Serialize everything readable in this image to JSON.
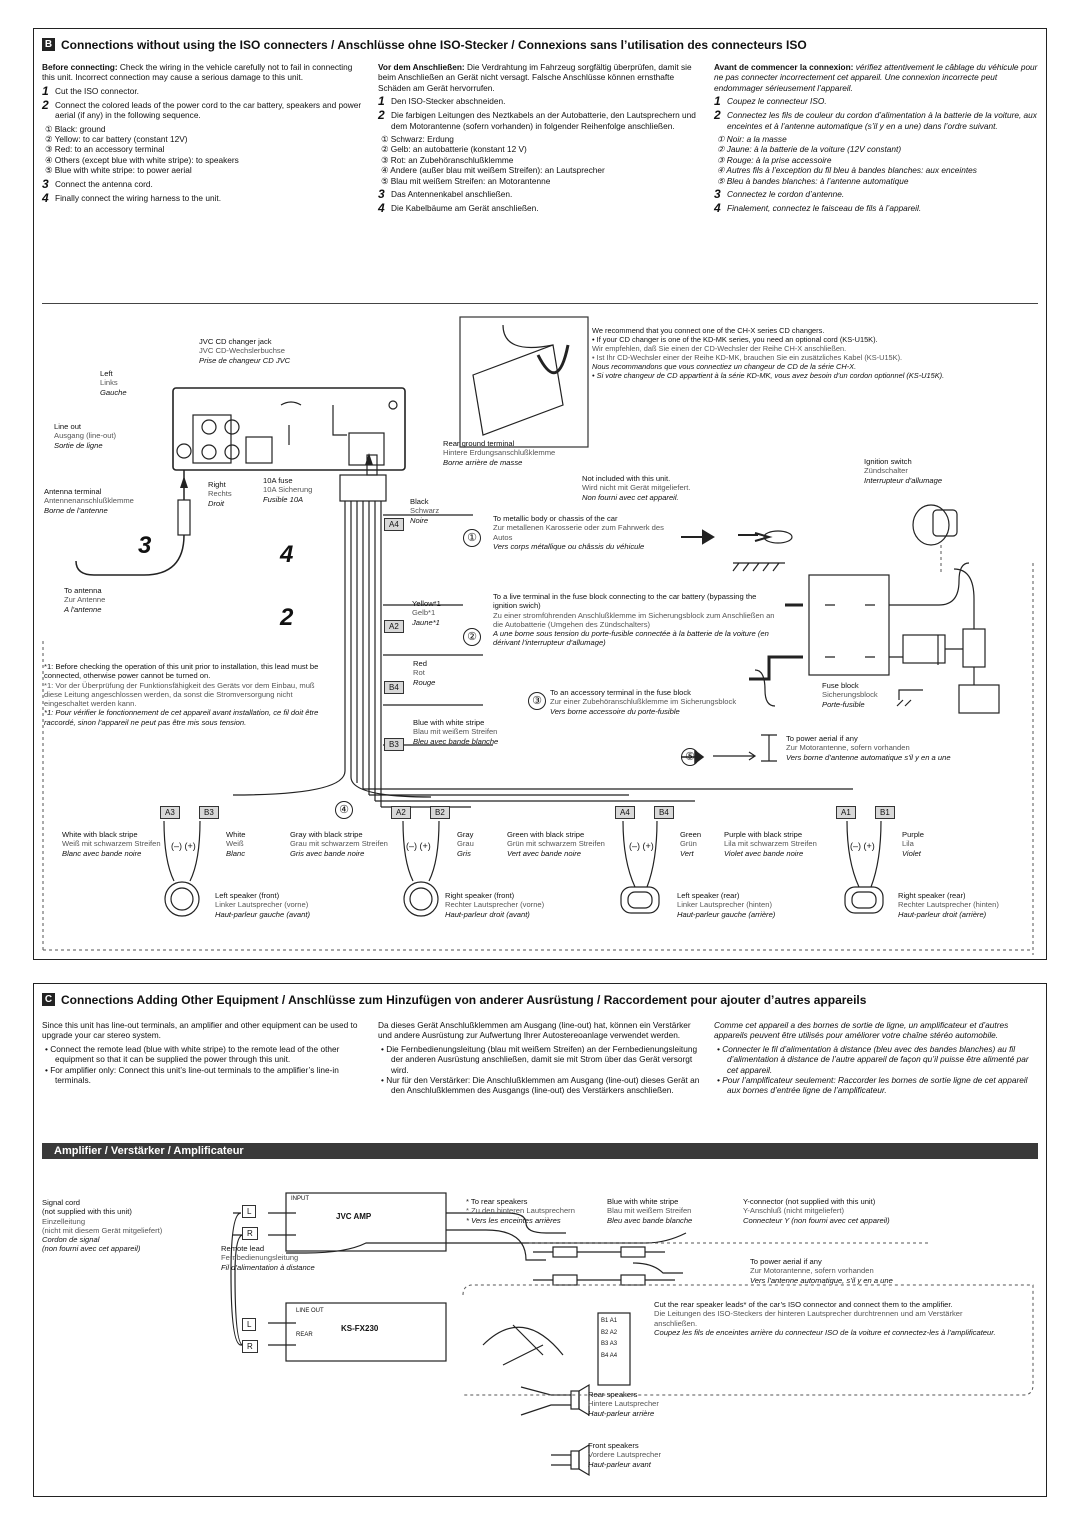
{
  "section_b": {
    "letter": "B",
    "title": "Connections without using the ISO connecters / Anschlüsse ohne ISO-Stecker / Connexions sans l’utilisation des connecteurs ISO",
    "en": {
      "intro_bold": "Before connecting:",
      "intro": "Check the wiring in the vehicle carefully not to fail in connecting this unit. Incorrect connection may cause a serious damage to this unit.",
      "step1": "Cut the ISO connector.",
      "step2": "Connect the colored leads of the power cord to the car battery, speakers and power aerial (if any) in the following sequence.",
      "seq": [
        "① Black: ground",
        "② Yellow: to car battery (constant 12V)",
        "③ Red: to an accessory terminal",
        "④ Others (except blue with white stripe): to speakers",
        "⑤ Blue with white stripe: to power aerial"
      ],
      "step3": "Connect the antenna cord.",
      "step4": "Finally connect the wiring harness to the unit."
    },
    "de": {
      "intro_bold": "Vor dem Anschließen:",
      "intro": "Die Verdrahtung im Fahrzeug sorgfältig überprüfen, damit sie beim Anschließen an Gerät nicht versagt. Falsche Anschlüsse können ernsthafte Schäden am Gerät hervorrufen.",
      "step1": "Den ISO-Stecker abschneiden.",
      "step2": "Die farbigen Leitungen des Neztkabels an der Autobatterie, den Lautsprechern und dem Motorantenne (sofern vorhanden) in folgender Reihenfolge anschließen.",
      "seq": [
        "① Schwarz: Erdung",
        "② Gelb: an autobatterie (konstant 12 V)",
        "③ Rot: an Zubehöranschlußklemme",
        "④ Andere (außer blau mit weißem Streifen): an Lautsprecher",
        "⑤ Blau mit weißem Streifen: an Motorantenne"
      ],
      "step3": "Das Antennenkabel anschließen.",
      "step4": "Die Kabelbäume am Gerät anschließen."
    },
    "fr": {
      "intro_bold": "Avant de commencer la connexion:",
      "intro": "vérifiez attentivement le câblage du véhicule pour ne pas connecter incorrectement cet appareil. Une connexion incorrecte peut endommager sérieusement l’appareil.",
      "step1": "Coupez le connecteur ISO.",
      "step2": "Connectez les fils de couleur du cordon d’alimentation à la batterie de la voiture, aux enceintes et à l’antenne automatique (s’il y en a une) dans l’ordre suivant.",
      "seq": [
        "① Noir: a la masse",
        "② Jaune: à la batterie de la voiture (12V constant)",
        "③ Rouge: à la prise accessoire",
        "④ Autres fils à l’exception du fil bleu à bandes blanches: aux enceintes",
        "⑤ Bleu à bandes blanches: à l’antenne automatique"
      ],
      "step3": "Connectez le cordon d’antenne.",
      "step4": "Finalement, connectez le faisceau de fils à l’appareil."
    },
    "diagram": {
      "changer_jack": [
        "JVC CD changer jack",
        "JVC CD-Wechslerbuchse",
        "Prise de changeur CD JVC"
      ],
      "left": [
        "Left",
        "Links",
        "Gauche"
      ],
      "line_out": [
        "Line out",
        "Ausgang (line-out)",
        "Sortie de ligne"
      ],
      "antenna_terminal": [
        "Antenna terminal",
        "Antennenanschlußklemme",
        "Borne de l’antenne"
      ],
      "right": [
        "Right",
        "Rechts",
        "Droit"
      ],
      "fuse": [
        "10A fuse",
        "10A Sicherung",
        "Fusible 10A"
      ],
      "to_antenna": [
        "To antenna",
        "Zur Antenne",
        "A l'antenne"
      ],
      "recommend": [
        "We recommend that you connect one of the CH-X series CD changers.",
        "• If your CD changer is one of the KD-MK series, you need an optional cord (KS-U15K).",
        "Wir empfehlen, daß Sie einen der CD-Wechsler der Reihe CH-X anschließen.",
        "• Ist Ihr CD-Wechsler einer der Reihe KD-MK, brauchen Sie ein zusätzliches Kabel (KS-U15K).",
        "Nous recommandons que vous connectiez un changeur de CD de la série CH-X.",
        "• Si votre changeur de CD appartient à la série KD-MK, vous avez besoin d’un cordon optionnel (KS-U15K)."
      ],
      "rear_ground": [
        "Rear ground terminal",
        "Hintere Erdungsanschlußklemme",
        "Borne arrière de masse"
      ],
      "not_included": [
        "Not included with this unit.",
        "Wird nicht mit Gerät mitgeliefert.",
        "Non fourni avec cet appareil."
      ],
      "ignition": [
        "Ignition switch",
        "Zündschalter",
        "Interrupteur d’allumage"
      ],
      "black": [
        "Black",
        "Schwarz",
        "Noire"
      ],
      "metal": [
        "To metallic body or chassis of the car",
        "Zur metallenen Karosserie oder zum Fahrwerk des Autos",
        "Vers corps métallique ou châssis du véhicule"
      ],
      "yellow": [
        "Yellow*1",
        "Gelb*1",
        "Jaune*1"
      ],
      "live": [
        "To a live terminal in the fuse block connecting to the car battery (bypassing the ignition swich)",
        "Zu einer stromführenden Anschlußklemme im Sicherungsblock zum Anschließen an die Autobatterie (Umgehen des Zündschalters)",
        "A une borne sous tension du porte-fusible connectée à la batterie de la voiture (en dérivant l’interrupteur d’allumage)"
      ],
      "red": [
        "Red",
        "Rot",
        "Rouge"
      ],
      "accessory": [
        "To an accessory terminal in the fuse block",
        "Zur einer Zubehöranschlußklemme im Sicherungsblock",
        "Vers borne accessoire du porte-fusible"
      ],
      "fuse_block": [
        "Fuse block",
        "Sicherungsblock",
        "Porte-fusible"
      ],
      "blue_white": [
        "Blue with white stripe",
        "Blau mit weißem Streifen",
        "Bleu avec bande blanche"
      ],
      "power_aerial": [
        "To power aerial if any",
        "Zur Motorantenne, sofern vorhanden",
        "Vers borne d’antenne automatique s'il y en a une"
      ],
      "note1": [
        "*1: Before checking the operation of this unit prior to installation, this lead must be connected, otherwise power cannot be turned on.",
        "*1: Vor der Überprüfung der Funktionsfähigkeit des Geräts vor dem Einbau, muß diese Leitung angeschlossen werden, da sonst die Stromversorgung nicht eingeschaltet werden kann.",
        "*1: Pour vérifier le fonctionnement de cet appareil avant installation, ce fil doit être raccordé, sinon l’appareil ne peut pas être mis sous tension."
      ],
      "tags": [
        "A3",
        "B3",
        "A2",
        "B2",
        "A4",
        "B4",
        "A1",
        "B1",
        "A4",
        "A2",
        "B4",
        "B3"
      ],
      "speakers": [
        {
          "stripe": [
            "White with black stripe",
            "Weiß mit schwarzem Streifen",
            "Blanc avec bande noire"
          ],
          "plain": [
            "White",
            "Weiß",
            "Blanc"
          ],
          "name": [
            "Left speaker (front)",
            "Linker Lautsprecher (vorne)",
            "Haut-parleur gauche (avant)"
          ]
        },
        {
          "stripe": [
            "Gray with black stripe",
            "Grau mit schwarzem Streifen",
            "Gris avec bande noire"
          ],
          "plain": [
            "Gray",
            "Grau",
            "Gris"
          ],
          "name": [
            "Right speaker (front)",
            "Rechter Lautsprecher (vorne)",
            "Haut-parleur droit (avant)"
          ]
        },
        {
          "stripe": [
            "Green with black stripe",
            "Grün mit schwarzem Streifen",
            "Vert avec bande noire"
          ],
          "plain": [
            "Green",
            "Grün",
            "Vert"
          ],
          "name": [
            "Left speaker (rear)",
            "Linker Lautsprecher (hinten)",
            "Haut-parleur gauche (arrière)"
          ]
        },
        {
          "stripe": [
            "Purple with black stripe",
            "Lila mit schwarzem Streifen",
            "Violet avec bande noire"
          ],
          "plain": [
            "Purple",
            "Lila",
            "Violet"
          ],
          "name": [
            "Right speaker (rear)",
            "Rechter Lautsprecher (hinten)",
            "Haut-parleur droit (arrière)"
          ]
        }
      ],
      "polarity": "(–) (+)",
      "nums": [
        "3",
        "4",
        "2"
      ],
      "circs": [
        "①",
        "②",
        "③",
        "④",
        "⑤"
      ]
    }
  },
  "section_c": {
    "letter": "C",
    "title": "Connections Adding Other Equipment / Anschlüsse zum Hinzufügen von anderer Ausrüstung / Raccordement pour ajouter d’autres appareils",
    "en": [
      "Since this unit has line-out terminals, an amplifier and other equipment can be used to upgrade your car stereo system.",
      "• Connect the remote lead (blue with white stripe) to the remote lead of the other equipment so that it can be supplied the power through this unit.",
      "• For amplifier only: Connect this unit’s line-out terminals to the amplifier’s line-in terminals."
    ],
    "de": [
      "Da dieses Gerät Anschlußklemmen am Ausgang (line-out) hat, können ein Verstärker und andere Ausrüstung zur Aufwertung Ihrer Autostereoanlage verwendet werden.",
      "• Die Fernbedienungsleitung (blau mit weißem Streifen) an der Fernbedienungsleitung der anderen Ausrüstung anschließen, damit sie mit Strom über das Gerät versorgt wird.",
      "• Nur für den Verstärker: Die Anschlußklemmen am Ausgang (line-out) dieses Gerät an den Anschlußklemmen des Ausgangs (line-out) des Verstärkers anschließen."
    ],
    "fr": [
      "Comme cet appareil a des bornes de sortie de ligne, un amplificateur et d’autres appareils peuvent être utilisés pour améliorer votre chaîne stéréo automobile.",
      "• Connecter le fil d’alimentation à distance (bleu avec des bandes blanches) au fil d’alimentation à distance de l’autre appareil de façon qu’il puisse être alimenté par cet appareil.",
      "• Pour l’amplificateur seulement: Raccorder les bornes de sortie ligne de cet appareil aux bornes d’entrée ligne de l’amplificateur."
    ],
    "amp_bar": "Amplifier / Verstärker / Amplificateur",
    "diagram": {
      "signal_cord": [
        "Signal cord",
        "(not supplied with this unit)",
        "Einzelleitung",
        "(nicht mit diesem Gerät mitgeliefert)",
        "Cordon de signal",
        "(non fourni avec cet appareil)"
      ],
      "input": "INPUT",
      "jvc_amp": "JVC AMP",
      "remote": [
        "Remote lead",
        "Fernbedienungsleitung",
        "Fil d’alimentation à distance"
      ],
      "to_rear": [
        "* To rear speakers",
        "* Zu den hinteren Lautsprechern",
        "* Vers les enceintes arrières"
      ],
      "blue_white": [
        "Blue with white stripe",
        "Blau mit weißem Streifen",
        "Bleu avec bande blanche"
      ],
      "yconn": [
        "Y-connector (not supplied with this unit)",
        "Y-Anschluß (nicht mitgeliefert)",
        "Connecteur Y (non fourni avec cet appareil)"
      ],
      "power_aerial": [
        "To power aerial if any",
        "Zur Motorantenne, sofern vorhanden",
        "Vers l’antenne automatique, s’il y en a une"
      ],
      "line_out": "LINE OUT",
      "rear": "REAR",
      "ksfx": "KS-FX230",
      "cut": [
        "Cut the rear speaker leads* of the car’s ISO connector and connect them to the amplifier.",
        "Die Leitungen des ISO-Steckers der hinteren Lautsprecher durchtrennen und am Verstärker anschließen.",
        "Coupez les fils de enceintes arrière du connecteur ISO de la voiture et connectez-les à l’amplificateur."
      ],
      "iso_pins": [
        "B1",
        "A1",
        "B2",
        "A2",
        "B3",
        "A3",
        "B4",
        "A4"
      ],
      "rear_spk": [
        "Rear speakers",
        "Hintere Lautsprecher",
        "Haut-parleur arrière"
      ],
      "front_spk": [
        "Front speakers",
        "Vordere Lautsprecher",
        "Haut-parleur avant"
      ],
      "L": "L",
      "R": "R"
    }
  }
}
